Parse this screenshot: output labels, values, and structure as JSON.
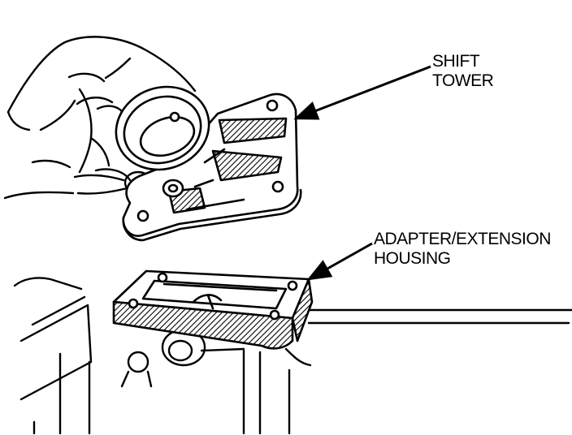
{
  "labels": {
    "shift_tower": {
      "line1": "SHIFT",
      "line2": "TOWER"
    },
    "adapter_housing": {
      "line1": "ADAPTER/EXTENSION",
      "line2": "HOUSING"
    }
  },
  "colors": {
    "ink": "#000000",
    "paper": "#ffffff"
  }
}
